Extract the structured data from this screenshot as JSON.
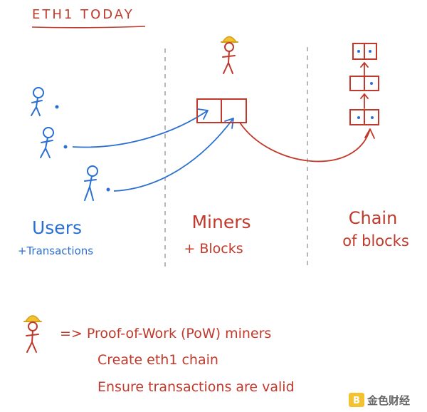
{
  "title": "ETH1 TODAY",
  "columns": {
    "users": {
      "title": "Users",
      "subtitle": "+Transactions"
    },
    "miners": {
      "title": "Miners",
      "subtitle": "+ Blocks"
    },
    "chain": {
      "title": "Chain",
      "subtitle": "of blocks"
    }
  },
  "notes": {
    "line1": "=> Proof-of-Work (PoW) miners",
    "line2": "Create eth1 chain",
    "line3": "Ensure transactions are valid"
  },
  "watermark": "金色财经",
  "colors": {
    "red": "#c0392b",
    "blue": "#2a6fd1",
    "helmet": "#f2c230",
    "divider": "#9a9a9a"
  },
  "icons": {
    "user": "stick-figure-icon",
    "miner": "miner-helmet-icon",
    "block": "block-icon",
    "watermark": "coin-logo-icon"
  }
}
